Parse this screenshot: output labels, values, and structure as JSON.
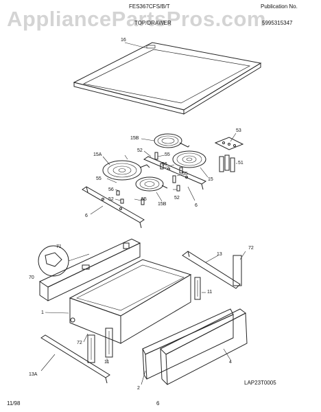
{
  "header": {
    "model": "FES367CFS/B/T",
    "section_title": "TOP/DRAWER",
    "publication_label": "Publication No.",
    "publication_number": "5995315347"
  },
  "watermark": "AppliancePartsPros.com",
  "footer": {
    "date": "11/98",
    "page_number": "6",
    "diagram_code": "LAP23T0005"
  },
  "callouts": {
    "c16": "16",
    "c53": "53",
    "c15b_top": "15B",
    "c51": "51",
    "c52_a": "52",
    "c55_a": "55",
    "c15a": "15A",
    "c56_a": "56",
    "c55_b": "55",
    "c15": "15",
    "c55_c": "55",
    "c56_b": "56",
    "c52_b": "52",
    "c52_c": "52",
    "c55_d": "55",
    "c15b_bot": "15B",
    "c6_a": "6",
    "c6_b": "6",
    "c71": "71",
    "c70": "70",
    "c72_a": "72",
    "c13": "13",
    "c11_a": "11",
    "c1": "1",
    "c72_b": "72",
    "c11_b": "11",
    "c4": "4",
    "c13a": "13A",
    "c2": "2"
  }
}
